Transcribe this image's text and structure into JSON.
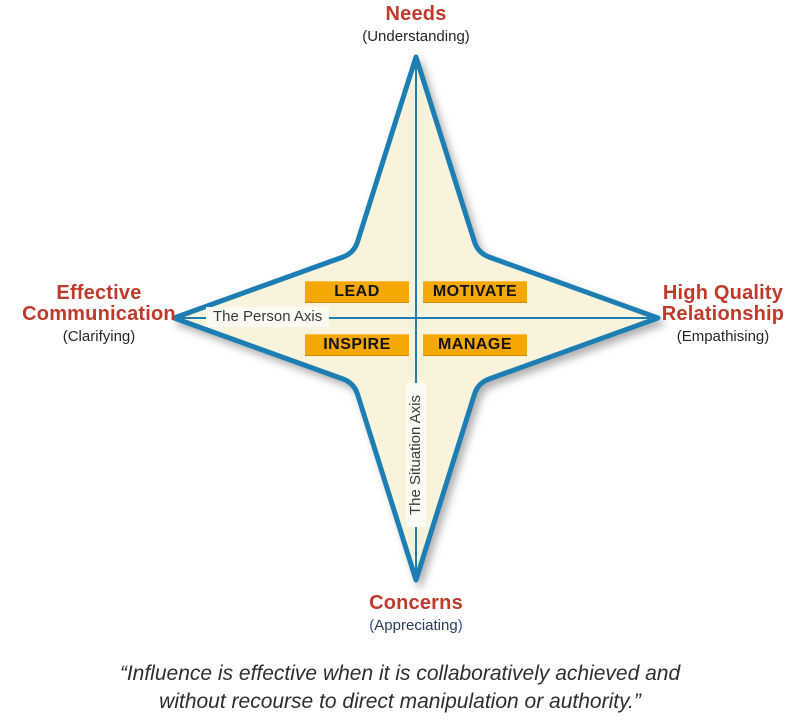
{
  "diagram": {
    "top": {
      "title": "Needs",
      "subtitle": "(Understanding)"
    },
    "left": {
      "title_line1": "Effective",
      "title_line2": "Communication",
      "subtitle": "(Clarifying)"
    },
    "right": {
      "title_line1": "High Quality",
      "title_line2": "Relationship",
      "subtitle": "(Empathising)"
    },
    "bottom": {
      "title": "Concerns",
      "subtitle_open": "(",
      "subtitle_word": "Appreciating",
      "subtitle_close": ")"
    },
    "boxes": {
      "top_left": "LEAD",
      "top_right": "MOTIVATE",
      "bottom_left": "INSPIRE",
      "bottom_right": "MANAGE"
    },
    "axes": {
      "horizontal": "The Person Axis",
      "vertical": "The Situation Axis"
    },
    "colors": {
      "outline_teal": "#1D7EB2",
      "star_fill": "#FAF3DC",
      "box_orange": "#F5A702",
      "heading_red": "#C03A2B",
      "paren_blue": "#2D55A5"
    }
  },
  "quote": {
    "line1": "“Influence is effective when it is collaboratively achieved and",
    "line2": "without recourse to direct manipulation or authority.”"
  }
}
